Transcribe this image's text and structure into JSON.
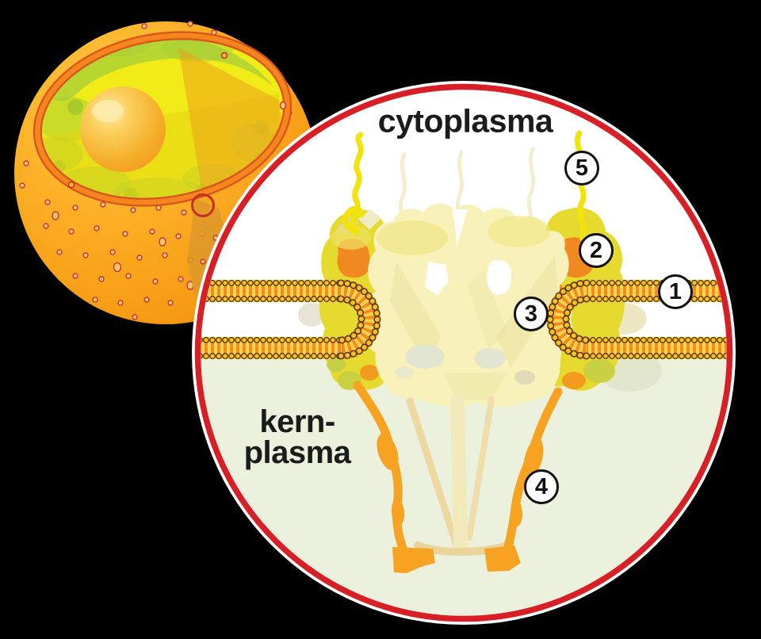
{
  "magnified_view": {
    "top_region_label": "cytoplasma",
    "bottom_region_label_line1": "kern-",
    "bottom_region_label_line2": "plasma",
    "markers": [
      {
        "label": "1"
      },
      {
        "label": "2"
      },
      {
        "label": "3"
      },
      {
        "label": "4"
      },
      {
        "label": "5"
      }
    ]
  },
  "colors": {
    "background": "#000000",
    "lens_ring_red": "#D81F26",
    "membrane_orange": "#F28A1E",
    "membrane_head_yellow": "#FBBE26",
    "pore_column_yellow": "#E7DA2E",
    "pore_patch_orange": "#F5921E",
    "complex_cream": "#F8F2BA",
    "basket_orange": "#F7A321",
    "filament_yellow": "#F2E30D",
    "nucleoplasm_tint": "#EBF1DC",
    "nucleus_orange": "#FBAE24",
    "nucleus_interior_yellow": "#F1EB17",
    "chromatin_green": "#A5CE39"
  }
}
